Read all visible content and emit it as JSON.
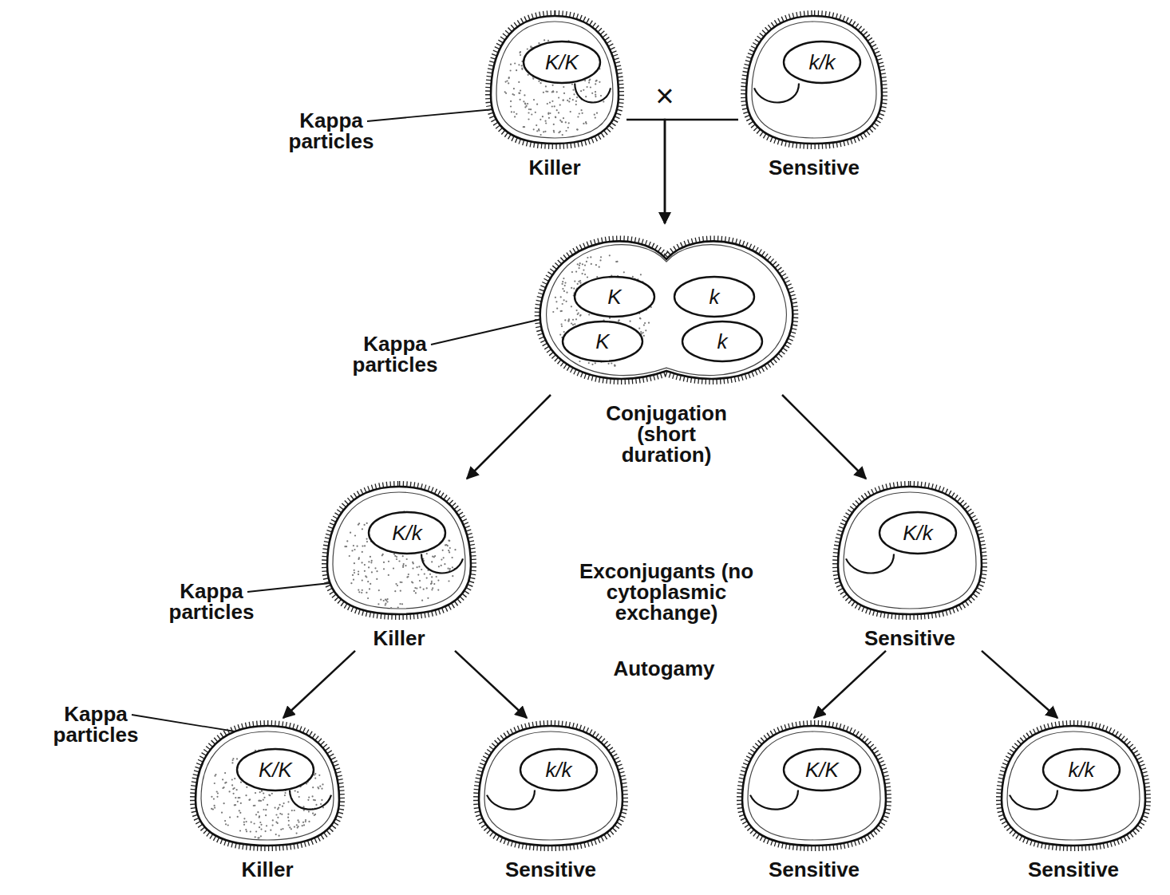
{
  "diagram": {
    "nodes": [
      {
        "text": [
          "Killer"
        ]
      },
      {
        "text": [
          "K/K"
        ],
        "in": 0
      },
      {
        "text": [
          "Sensitive"
        ]
      },
      {
        "text": [
          "k/k"
        ],
        "in": 2
      },
      {
        "text": []
      },
      {
        "text": [
          "K"
        ],
        "in": 4
      },
      {
        "text": [
          "k"
        ],
        "in": 4
      },
      {
        "text": [
          "K"
        ],
        "in": 4
      },
      {
        "text": [
          "k"
        ],
        "in": 4
      },
      {
        "text": [
          "Killer"
        ]
      },
      {
        "text": [
          "K/k"
        ],
        "in": 9
      },
      {
        "text": [
          "Sensitive"
        ]
      },
      {
        "text": [
          "K/k"
        ],
        "in": 11
      },
      {
        "text": [
          "Killer"
        ]
      },
      {
        "text": [
          "K/K"
        ],
        "in": 13
      },
      {
        "text": [
          "Sensitive"
        ]
      },
      {
        "text": [
          "k/k"
        ],
        "in": 15
      },
      {
        "text": [
          "Sensitive"
        ]
      },
      {
        "text": [
          "K/K"
        ],
        "in": 17
      },
      {
        "text": [
          "Sensitive"
        ]
      },
      {
        "text": [
          "k/k"
        ],
        "in": 19
      }
    ],
    "edges": [
      {
        "from": 0,
        "to": 4,
        "arrow": "to"
      },
      {
        "from": 2,
        "to": 4,
        "arrow": "to"
      },
      {
        "from": 4,
        "to": 9,
        "arrow": "to"
      },
      {
        "from": 4,
        "to": 11,
        "arrow": "to"
      },
      {
        "from": 9,
        "to": 13,
        "arrow": "to"
      },
      {
        "from": 9,
        "to": 15,
        "arrow": "to"
      },
      {
        "from": 11,
        "to": 17,
        "arrow": "to"
      },
      {
        "from": 11,
        "to": 19,
        "arrow": "to"
      }
    ],
    "labels": [
      "×",
      "Kappa particles",
      "Kappa particles",
      "Conjugation (short duration)",
      "Exconjugants (no cytoplasmic exchange)",
      "Kappa particles",
      "Autogamy",
      "Kappa particles"
    ]
  }
}
